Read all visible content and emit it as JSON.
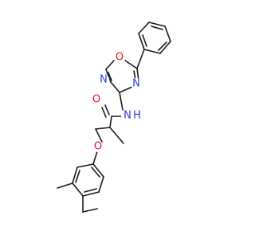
{
  "colors": {
    "bond": "#1a1a1a",
    "oxygen": "#e8141e",
    "nitrogen": "#2a3cd8",
    "background": "#ffffff"
  },
  "atoms": {
    "o_oxadiazole": "O",
    "n_oxadiazole_top": "N",
    "n_oxadiazole_bottom": "N",
    "n_amide": "N",
    "h_amide": "H",
    "o_carbonyl": "O",
    "o_ether": "O"
  }
}
